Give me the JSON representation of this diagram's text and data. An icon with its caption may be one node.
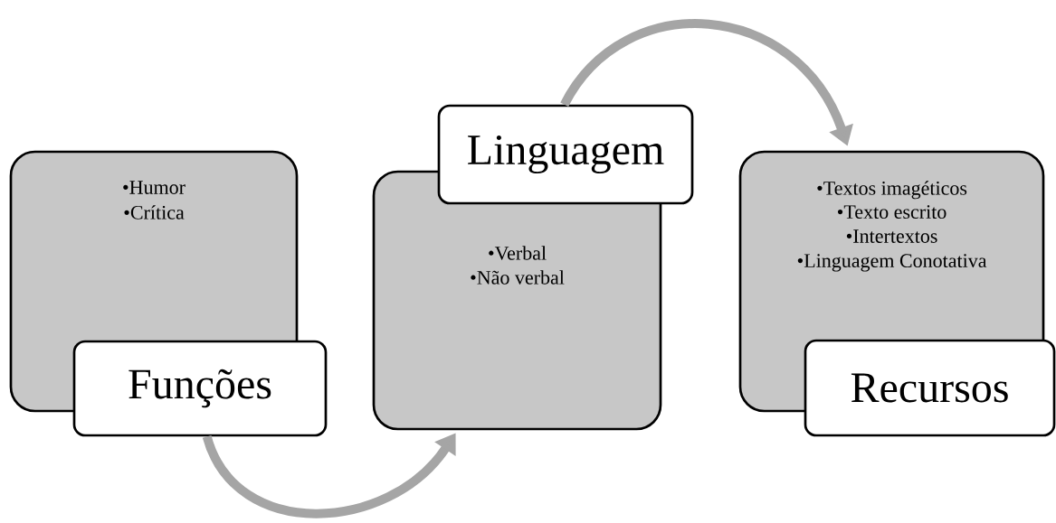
{
  "diagram": {
    "nodes": [
      {
        "text": [
          "•Humor",
          "•Crítica"
        ]
      },
      {
        "text": [
          "Funções"
        ]
      },
      {
        "text": [
          "•Verbal",
          "•Não verbal"
        ]
      },
      {
        "text": [
          "Linguagem"
        ]
      },
      {
        "text": [
          "•Textos imagéticos",
          "•Texto escrito",
          "•Intertextos",
          "•Linguagem Conotativa"
        ]
      },
      {
        "text": [
          "Recursos"
        ]
      }
    ],
    "edges": [
      {
        "from": 1,
        "to": 2,
        "arrow": "to"
      },
      {
        "from": 3,
        "to": 4,
        "arrow": "to"
      }
    ]
  }
}
